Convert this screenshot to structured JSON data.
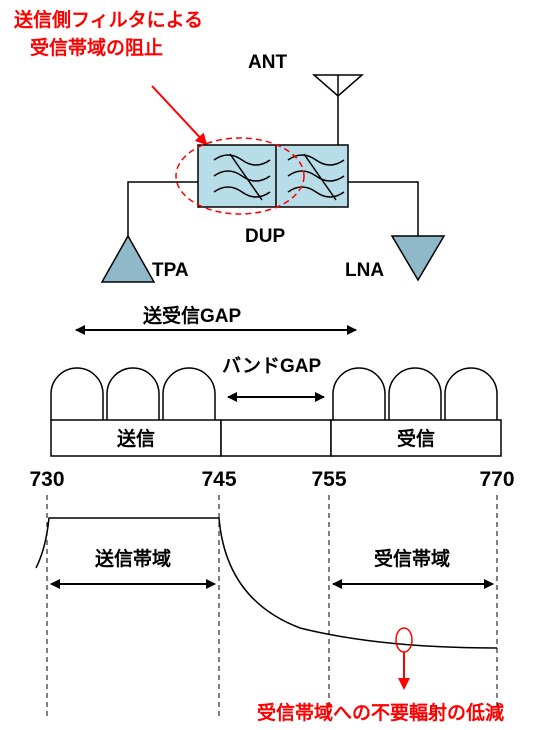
{
  "annotations": {
    "top_note_line1": "送信側フィルタによる",
    "top_note_line2": "受信帯域の阻止",
    "bottom_note": "受信帯域への不要輻射の低減"
  },
  "block_diagram": {
    "antenna_label": "ANT",
    "duplexer_label": "DUP",
    "tx_amp_label": "TPA",
    "rx_amp_label": "LNA"
  },
  "band_plan": {
    "gap_total_label": "送受信GAP",
    "band_gap_label": "バンドGAP",
    "tx_band_label": "送信",
    "rx_band_label": "受信",
    "freq_ticks": [
      "730",
      "745",
      "755",
      "770"
    ]
  },
  "filter_response": {
    "tx_passband_label": "送信帯域",
    "rx_passband_label": "受信帯域"
  },
  "colors": {
    "accent_red": "#ff0000",
    "filter_fill": "#b7dde8",
    "amp_fill": "#8fb8c8",
    "line": "#000000"
  }
}
